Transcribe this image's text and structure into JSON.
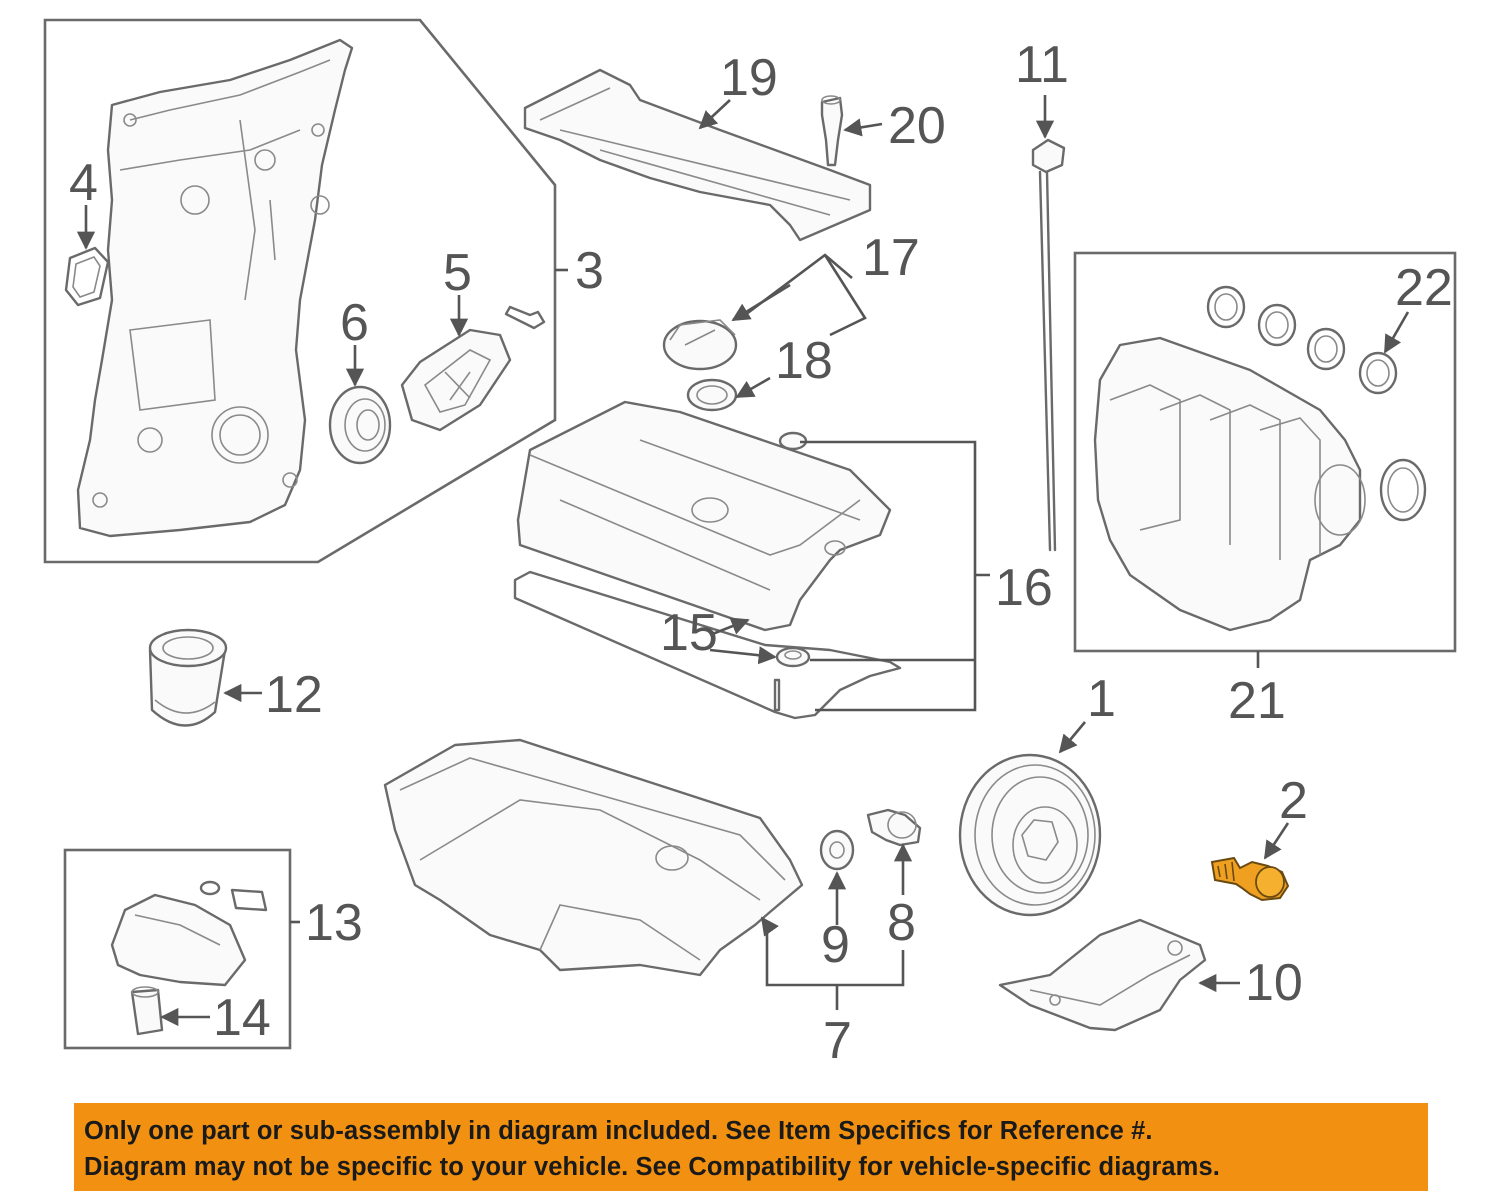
{
  "callouts": [
    "1",
    "2",
    "3",
    "4",
    "5",
    "6",
    "7",
    "8",
    "9",
    "10",
    "11",
    "12",
    "13",
    "14",
    "15",
    "16",
    "17",
    "18",
    "19",
    "20",
    "21",
    "22"
  ],
  "colors": {
    "highlight": "#f29111",
    "highlight_part": "#f0a020",
    "line_art": "#6a6a6a",
    "banner_text": "#1a1a1a",
    "background": "#ffffff"
  },
  "disclaimer": {
    "line1": "Only one part or sub-assembly in diagram included. See Item Specifics for Reference #.",
    "line2": "Diagram may not be specific to your vehicle. See Compatibility for vehicle-specific diagrams."
  }
}
